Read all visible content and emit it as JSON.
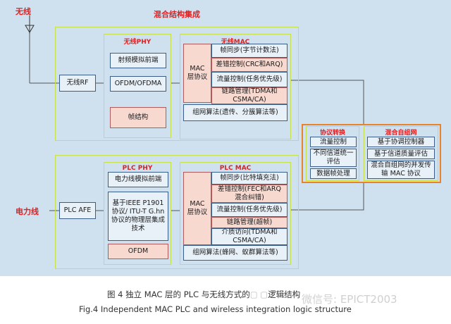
{
  "labels": {
    "wireless": "无线",
    "powerline": "电力线",
    "hybrid_integration": "混合结构集成"
  },
  "wireless": {
    "rf": "无线RF",
    "phy_title": "无线PHY",
    "phy_items": [
      "射频模拟前端",
      "OFDM/OFDMA",
      "帧结构"
    ],
    "mac_title": "无线MAC",
    "mac_layer": "MAC层协议",
    "mac_items": [
      "帧同步(字节计数法)",
      "差错控制(CRC和ARQ)",
      "流量控制(任务优先级)",
      "链路管理(TDMA和CSMA/CA)"
    ],
    "mac_bottom": "组网算法(遗传、分簇算法等)"
  },
  "plc": {
    "afe": "PLC AFE",
    "phy_title": "PLC PHY",
    "phy_items": [
      "电力线模拟前端",
      "基于IEEE P1901协议/ ITU-T G.hn协议的物理层集成技术",
      "OFDM"
    ],
    "mac_title": "PLC MAC",
    "mac_layer": "MAC层协议",
    "mac_items": [
      "帧同步(比特填充法)",
      "差错控制(FEC和ARQ混合纠错)",
      "流量控制(任务优先级)",
      "链路管理(超帧)",
      "介质访问(TDMA和CSMA/CA)"
    ],
    "mac_bottom": "组网算法(蜂网、蚁群算法等)"
  },
  "protocol": {
    "title": "协议转换",
    "items": [
      "流量控制",
      "不同信道统一评估",
      "数据帧处理"
    ]
  },
  "hybrid_network": {
    "title": "混合自组网",
    "items": [
      "基于协调控制器",
      "基于信道质量评估",
      "混合自组网的并发传输 MAC 协议"
    ]
  },
  "caption": {
    "cn": "图 4 独立 MAC 层的 PLC 与无线方式的",
    "cn_tail": "逻辑结构",
    "en": "Fig.4 Independent MAC PLC and wireless integration logic structure",
    "watermark": "微信号: EPICT2003"
  },
  "colors": {
    "background": "#cfe0ee",
    "green_outline": "#c8e04a",
    "red_text": "#e02020",
    "orange_outline": "#e8832a"
  }
}
